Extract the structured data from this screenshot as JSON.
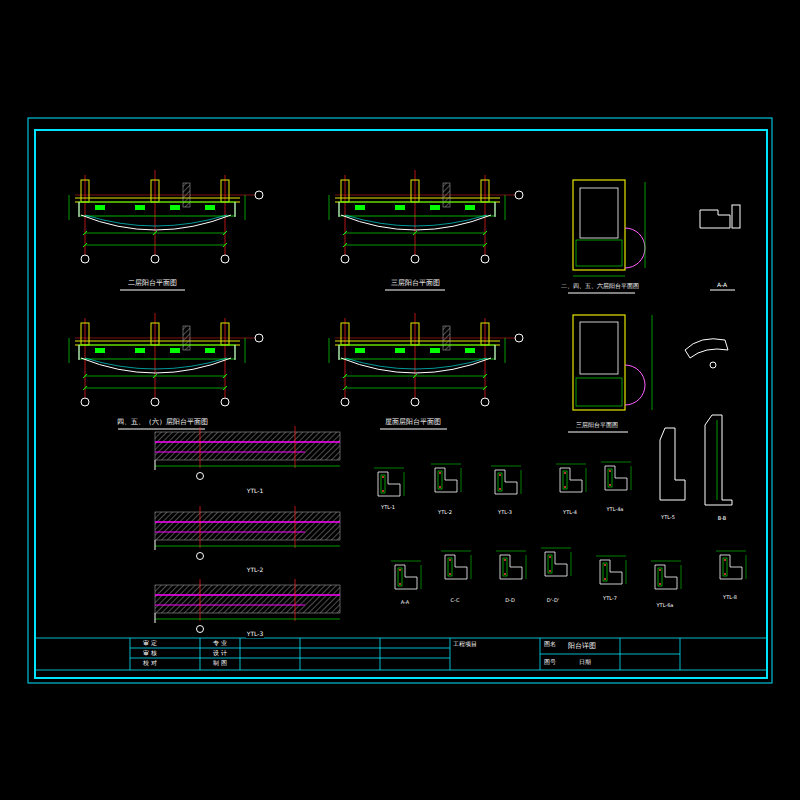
{
  "diagram": {
    "labels": [
      "二层阳台平面图",
      "三层阳台平面图",
      "四、五、（六）层阳台平面图",
      "屋面层阳台平面图",
      "二、四、五、六层阳台平面图",
      "三层阳台平面图",
      "A-A",
      "YTL-1",
      "YTL-2",
      "YTL-3",
      "YTL-1",
      "YTL-2",
      "YTL-3",
      "YTL-4",
      "YTL-4a",
      "YTL-5",
      "B-B",
      "A-A",
      "C-C",
      "D-D",
      "D'-D'",
      "YTL-7",
      "YTL-6a",
      "YTL-8",
      "审 定",
      "审 核",
      "校 对",
      "专 业",
      "设 计",
      "制 图",
      "工程项目",
      "图名",
      "阳台详图",
      "图号",
      "日期"
    ]
  }
}
